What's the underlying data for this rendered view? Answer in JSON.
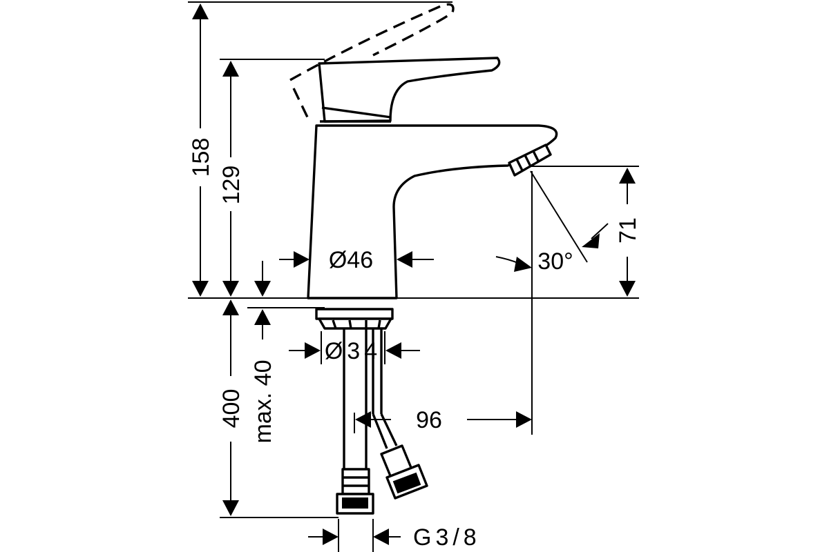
{
  "dimensions": {
    "total_height": "158",
    "body_height": "129",
    "spout_height": "71",
    "body_diameter": "Ø46",
    "spray_angle": "30°",
    "base_diameter": "Ø34",
    "max_deck": "max. 40",
    "hose_length": "400",
    "projection": "96",
    "connection_thread": "G3/8"
  }
}
